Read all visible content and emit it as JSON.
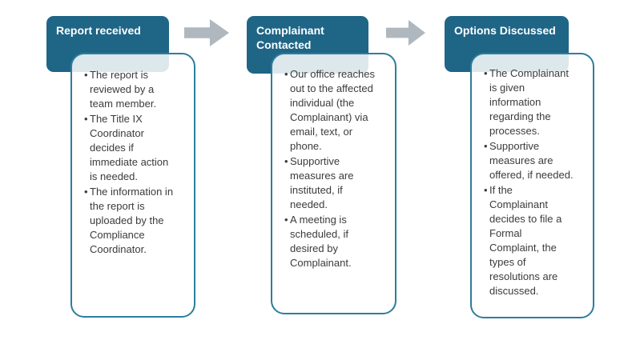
{
  "steps": [
    {
      "header": "Report received",
      "bullets": [
        "The report is reviewed by a team member.",
        "The Title IX Coordinator decides if immediate action is needed.",
        "The information in the report is uploaded by the Compliance Coordinator."
      ]
    },
    {
      "header": "Complainant Contacted",
      "bullets": [
        "Our office reaches out to the affected individual (the Complainant) via email, text, or phone.",
        "Supportive measures are instituted, if needed.",
        "A meeting is scheduled, if desired by Complainant."
      ]
    },
    {
      "header": "Options Discussed",
      "bullets": [
        "The Complainant is given information regarding the processes.",
        "Supportive measures are offered, if needed.",
        "If the Complainant decides to file a Formal Complaint, the types of resolutions are discussed."
      ]
    }
  ],
  "icons": {
    "connector_1": "right-arrow",
    "connector_2": "right-arrow"
  },
  "colors": {
    "header_bg": "#1f6586",
    "header_text": "#ffffff",
    "panel_border": "#2e7d9c",
    "arrow": "#afb8bf",
    "text": "#3b3b3b",
    "canvas_bg": "#ffffff"
  }
}
